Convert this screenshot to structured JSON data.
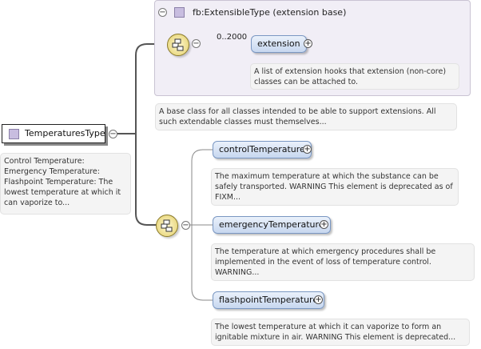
{
  "root": {
    "name": "TemperaturesType",
    "annotation": "Control Temperature: Emergency Temperature: Flashpoint Temperature: The lowest temperature at which it can vaporize to..."
  },
  "extension_base": {
    "title": "fb:ExtensibleType (extension base)",
    "element": "extension",
    "occurrence": "0..2000",
    "element_doc": "A list of extension hooks that extension (non-core) classes can be attached to.",
    "doc": "A base class for all classes intended to be able to support extensions. All such extendable classes must themselves..."
  },
  "elements": [
    {
      "name": "controlTemperature",
      "doc": "The maximum temperature at which the substance can be safely transported. WARNING This element is deprecated as of FIXM..."
    },
    {
      "name": "emergencyTemperature",
      "doc": "The temperature at which emergency procedures shall be implemented in the event of loss of temperature control. WARNING..."
    },
    {
      "name": "flashpointTemperature",
      "doc": "The lowest temperature at which it can vaporize to form an ignitable mixture in air. WARNING This element is deprecated..."
    }
  ],
  "colors": {
    "group_bg": "#f1eef6",
    "pill_border": "#7a97c2",
    "connector": "#555555"
  }
}
